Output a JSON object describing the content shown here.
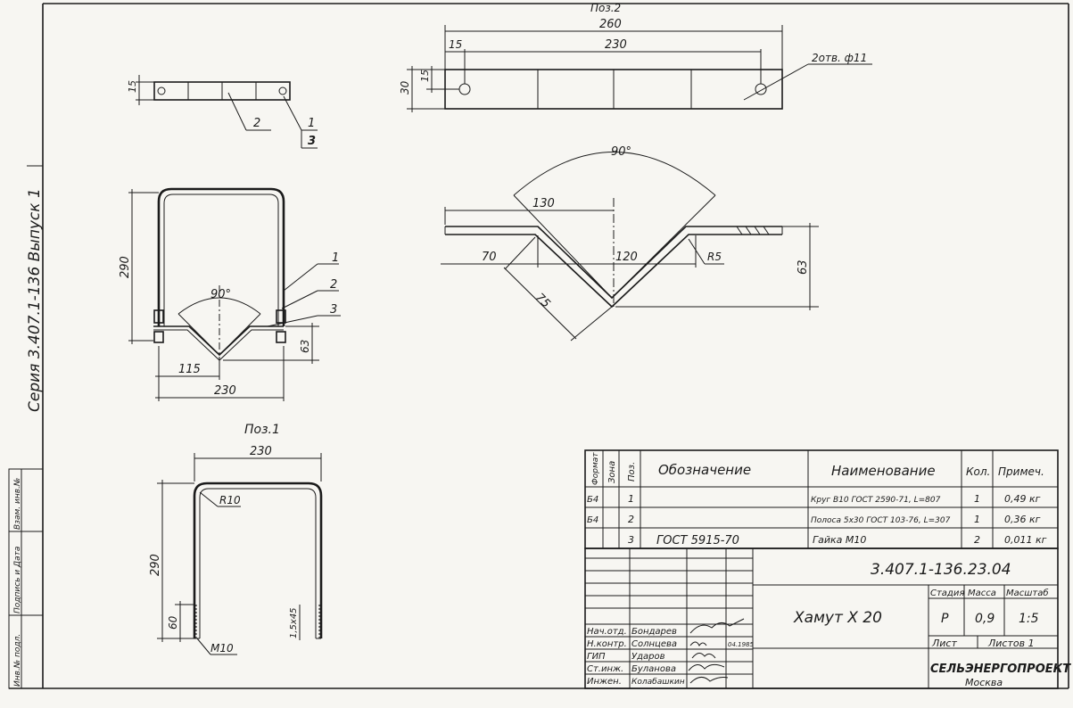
{
  "side_stamp": {
    "series": "Серия 3.407.1-136 Выпуск 1",
    "inv_orig": "Инв.№ подл.",
    "sign_date": "Подпись и Дата",
    "replace_inv": "Взам. инв.№"
  },
  "views": {
    "pos2_title": "Поз.2",
    "pos1_title": "Поз.1"
  },
  "dims": {
    "top_15": "15",
    "pos2_260": "260",
    "pos2_15": "15",
    "pos2_230": "230",
    "pos2_30": "30",
    "pos2_15v": "15",
    "holes": "2отв. ф11",
    "bent_90": "90°",
    "bent_130": "130",
    "bent_70": "70",
    "bent_120": "120",
    "bent_r5": "R5",
    "bent_63": "63",
    "bent_75": "75",
    "asm_290": "290",
    "asm_90": "90°",
    "asm_63": "63",
    "asm_115": "115",
    "asm_230": "230",
    "p1_230": "230",
    "p1_r10": "R10",
    "p1_290": "290",
    "p1_60": "60",
    "p1_thread": "1,5х45",
    "p1_m10": "М10"
  },
  "leaders": {
    "top_2": "2",
    "top_1": "1",
    "top_3": "3",
    "asm_1": "1",
    "asm_2": "2",
    "asm_3": "3"
  },
  "spec": {
    "headers": {
      "format": "Формат",
      "zone": "Зона",
      "pos": "Поз.",
      "designation": "Обозначение",
      "name": "Наименование",
      "qty": "Кол.",
      "note": "Примеч."
    },
    "rows": [
      {
        "format": "Б4",
        "pos": "1",
        "designation": "",
        "name": "Круг В10 ГОСТ 2590-71, L=807",
        "qty": "1",
        "note": "0,49 кг"
      },
      {
        "format": "Б4",
        "pos": "2",
        "designation": "",
        "name": "Полоса 5х30 ГОСТ 103-76, L=307",
        "qty": "1",
        "note": "0,36 кг"
      },
      {
        "format": "",
        "pos": "3",
        "designation": "ГОСТ 5915-70",
        "name": "Гайка М10",
        "qty": "2",
        "note": "0,011 кг"
      }
    ]
  },
  "title_block": {
    "doc_number": "3.407.1-136.23.04",
    "title": "Хамут Х 20",
    "stage_label": "Стадия",
    "mass_label": "Масса",
    "scale_label": "Масштаб",
    "stage": "Р",
    "mass": "0,9",
    "scale": "1:5",
    "sheet_label": "Лист",
    "sheets_label": "Листов 1",
    "org": "СЕЛЬЭНЕРГОПРОЕКТ",
    "city": "Москва",
    "people": [
      {
        "role": "Нач.отд.",
        "name": "Бондарев"
      },
      {
        "role": "Н.контр.",
        "name": "Солнцева"
      },
      {
        "role": "ГИП",
        "name": "Ударов"
      },
      {
        "role": "Ст.инж.",
        "name": "Буланова"
      },
      {
        "role": "Инжен.",
        "name": "Колабашкин"
      }
    ],
    "date_mark": "04.1985"
  }
}
